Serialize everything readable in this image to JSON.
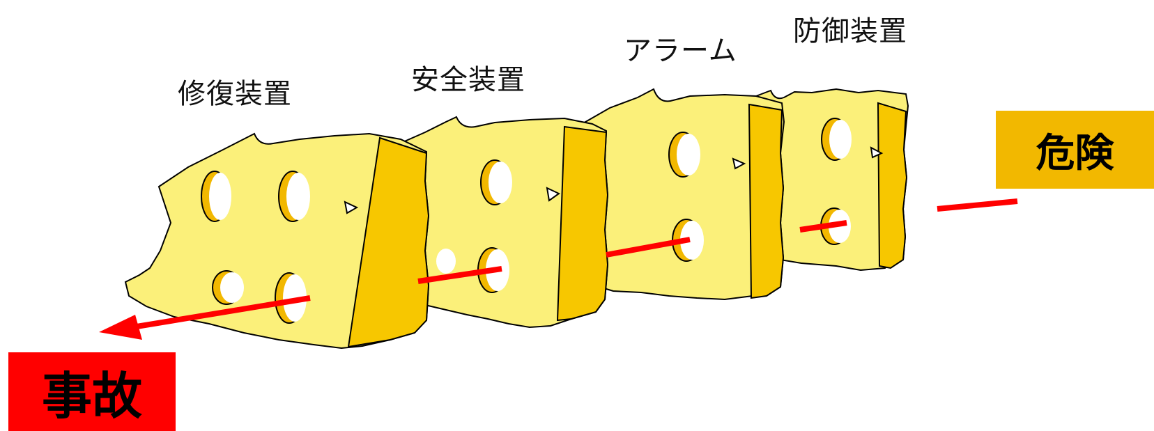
{
  "layers": [
    {
      "label": "修復装置"
    },
    {
      "label": "安全装置"
    },
    {
      "label": "アラーム"
    },
    {
      "label": "防御装置"
    }
  ],
  "hazard_label": "危険",
  "accident_label": "事故",
  "colors": {
    "cheese_face": "#fbf07a",
    "cheese_side": "#f7c700",
    "hole_shadow": "#f2b800",
    "arrow": "#ff0000",
    "hazard_box": "#f2b800",
    "accident_box": "#ff0000"
  }
}
